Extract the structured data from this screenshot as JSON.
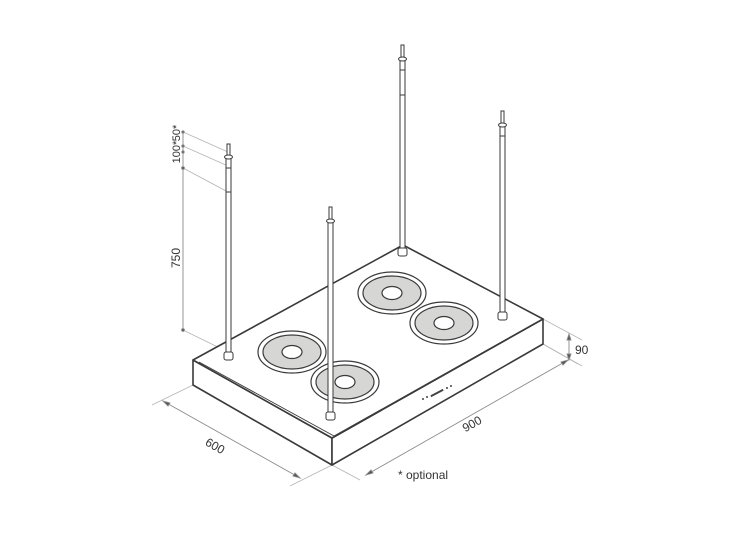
{
  "diagram": {
    "type": "isometric technical drawing",
    "subject": "island cooker hood with four suspension rods",
    "colors": {
      "background": "#ffffff",
      "outline": "#3a3a3a",
      "filter_fill": "#d6d6d4",
      "dimension_line": "#9a9a9a",
      "text": "#333333"
    }
  },
  "dimensions": {
    "width": "900",
    "depth": "600",
    "height": "90",
    "rod_length": "750",
    "extension_1": "100*",
    "extension_2": "50*"
  },
  "note": "* optional",
  "components": {
    "rods": 4,
    "filters": 4
  }
}
